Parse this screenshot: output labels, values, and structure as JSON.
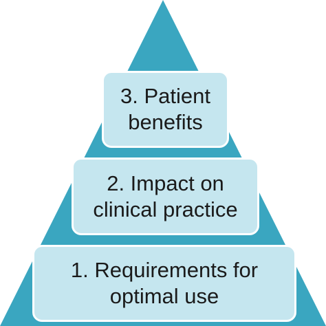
{
  "colors": {
    "pyramid_fill": "#3aa6c0",
    "box_fill": "#c5e6ef",
    "box_border": "#ffffff",
    "text": "#1a1a1a"
  },
  "levels": [
    {
      "line1": "1. Requirements for",
      "line2": "optimal use"
    },
    {
      "line1": "2. Impact on",
      "line2": "clinical practice"
    },
    {
      "line1": "3. Patient",
      "line2": "benefits"
    }
  ]
}
